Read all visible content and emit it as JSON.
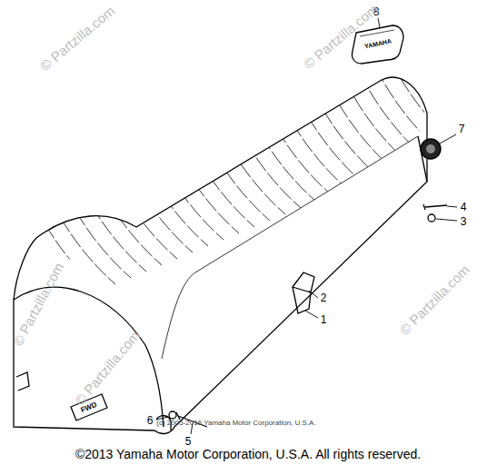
{
  "diagram": {
    "caption": "©2013 Yamaha Motor Corporation, U.S.A. All rights reserved.",
    "labels": [
      "8",
      "YAMAHA",
      "7",
      "4",
      "3",
      "2",
      "1",
      "FWD",
      "6",
      "5",
      "© Partzilla.com",
      "© Partzilla.com",
      "© Partzilla.com",
      "© Partzilla.com",
      "© Partzilla.com",
      "(c) 2005-2016 Yamaha Motor Corporation, U.S.A."
    ]
  }
}
